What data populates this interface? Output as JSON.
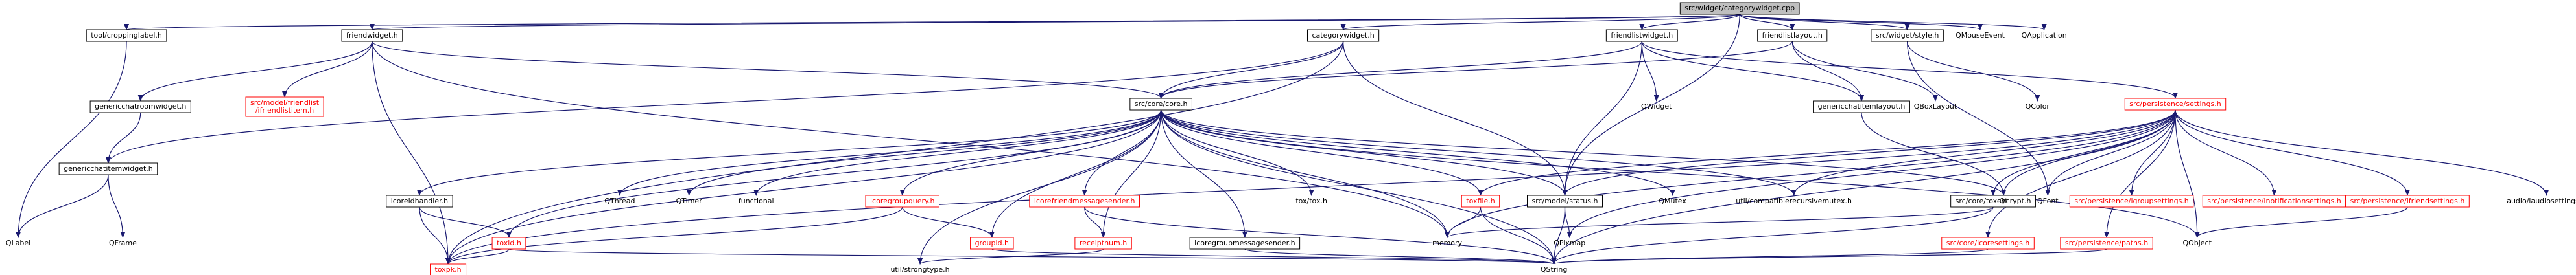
{
  "diagram": {
    "type": "include-dependency-graph",
    "colors": {
      "root_fill": "#bfbfbf",
      "node_fill": "#ffffff",
      "box_border": "#000000",
      "missing_border": "#ff0000",
      "missing_text": "#ff0000",
      "edge": "#191970",
      "edge_text": "#000000",
      "label_text": "#000000"
    },
    "nodes": [
      {
        "id": "root",
        "label": "src/widget/categorywidget.cpp",
        "style": "root"
      },
      {
        "id": "croppinglabel",
        "label": "tool/croppinglabel.h",
        "style": "box"
      },
      {
        "id": "friendwidget",
        "label": "friendwidget.h",
        "style": "box"
      },
      {
        "id": "categorywidget",
        "label": "categorywidget.h",
        "style": "box"
      },
      {
        "id": "friendlistwidget",
        "label": "friendlistwidget.h",
        "style": "box"
      },
      {
        "id": "friendlistlayout",
        "label": "friendlistlayout.h",
        "style": "box"
      },
      {
        "id": "style",
        "label": "src/widget/style.h",
        "style": "box"
      },
      {
        "id": "QMouseEvent",
        "label": "QMouseEvent",
        "style": "plain"
      },
      {
        "id": "QApplication",
        "label": "QApplication",
        "style": "plain"
      },
      {
        "id": "genericchatroomwidget",
        "label": "genericchatroomwidget.h",
        "style": "box"
      },
      {
        "id": "ifriendlistitem",
        "label": "src/model/friendlist\n/ifriendlistitem.h",
        "style": "missing"
      },
      {
        "id": "genericchatitemwidget",
        "label": "genericchatitemwidget.h",
        "style": "box"
      },
      {
        "id": "core",
        "label": "src/core/core.h",
        "style": "box"
      },
      {
        "id": "settings",
        "label": "src/persistence/settings.h",
        "style": "missing"
      },
      {
        "id": "genericchatitemlayout",
        "label": "genericchatitemlayout.h",
        "style": "box"
      },
      {
        "id": "QBoxLayout",
        "label": "QBoxLayout",
        "style": "plain"
      },
      {
        "id": "QWidget",
        "label": "QWidget",
        "style": "plain"
      },
      {
        "id": "QColor",
        "label": "QColor",
        "style": "plain"
      },
      {
        "id": "icoreidhandler",
        "label": "icoreidhandler.h",
        "style": "box"
      },
      {
        "id": "QThread",
        "label": "QThread",
        "style": "plain"
      },
      {
        "id": "QTimer",
        "label": "QTimer",
        "style": "plain"
      },
      {
        "id": "functional",
        "label": "functional",
        "style": "plain"
      },
      {
        "id": "icoregroupquery",
        "label": "icoregroupquery.h",
        "style": "missing"
      },
      {
        "id": "icorefriendmessagesender",
        "label": "icorefriendmessagesender.h",
        "style": "missing"
      },
      {
        "id": "toxtox",
        "label": "tox/tox.h",
        "style": "plain"
      },
      {
        "id": "toxfile",
        "label": "toxfile.h",
        "style": "missing"
      },
      {
        "id": "status",
        "label": "src/model/status.h",
        "style": "box"
      },
      {
        "id": "QMutex",
        "label": "QMutex",
        "style": "plain"
      },
      {
        "id": "compatmutex",
        "label": "util/compatiblerecursivemutex.h",
        "style": "plain"
      },
      {
        "id": "toxencrypt",
        "label": "src/core/toxencrypt.h",
        "style": "box"
      },
      {
        "id": "igroupsettings",
        "label": "src/persistence/igroupsettings.h",
        "style": "missing"
      },
      {
        "id": "inotificationsettings",
        "label": "src/persistence/inotificationsettings.h",
        "style": "missing"
      },
      {
        "id": "ifriendsettings",
        "label": "src/persistence/ifriendsettings.h",
        "style": "missing"
      },
      {
        "id": "audiosettings",
        "label": "audio/iaudiosettings.h",
        "style": "plain"
      },
      {
        "id": "Qt",
        "label": "Qt",
        "style": "plain"
      },
      {
        "id": "QFont",
        "label": "QFont",
        "style": "plain"
      },
      {
        "id": "QLabel",
        "label": "QLabel",
        "style": "plain"
      },
      {
        "id": "QFrame",
        "label": "QFrame",
        "style": "plain"
      },
      {
        "id": "toxid",
        "label": "toxid.h",
        "style": "missing"
      },
      {
        "id": "groupid",
        "label": "groupid.h",
        "style": "missing"
      },
      {
        "id": "receiptnum",
        "label": "receiptnum.h",
        "style": "missing"
      },
      {
        "id": "icoregroupmessagesender",
        "label": "icoregroupmessagesender.h",
        "style": "box"
      },
      {
        "id": "memory",
        "label": "memory",
        "style": "plain"
      },
      {
        "id": "QPixmap",
        "label": "QPixmap",
        "style": "plain"
      },
      {
        "id": "icoresettings",
        "label": "src/core/icoresettings.h",
        "style": "missing"
      },
      {
        "id": "paths",
        "label": "src/persistence/paths.h",
        "style": "missing"
      },
      {
        "id": "QObject",
        "label": "QObject",
        "style": "plain"
      },
      {
        "id": "toxpk",
        "label": "toxpk.h",
        "style": "missing"
      },
      {
        "id": "strongtype",
        "label": "util/strongtype.h",
        "style": "plain"
      },
      {
        "id": "QString",
        "label": "QString",
        "style": "plain"
      }
    ],
    "edges": [
      [
        "root",
        "croppinglabel"
      ],
      [
        "root",
        "friendwidget"
      ],
      [
        "root",
        "categorywidget"
      ],
      [
        "root",
        "friendlistwidget"
      ],
      [
        "root",
        "friendlistlayout"
      ],
      [
        "root",
        "style"
      ],
      [
        "root",
        "QMouseEvent"
      ],
      [
        "root",
        "QApplication"
      ],
      [
        "root",
        "status"
      ],
      [
        "croppinglabel",
        "QLabel"
      ],
      [
        "friendwidget",
        "genericchatroomwidget"
      ],
      [
        "friendwidget",
        "ifriendlistitem"
      ],
      [
        "friendwidget",
        "core"
      ],
      [
        "friendwidget",
        "memory"
      ],
      [
        "friendwidget",
        "toxpk"
      ],
      [
        "categorywidget",
        "core"
      ],
      [
        "categorywidget",
        "status"
      ],
      [
        "categorywidget",
        "toxpk"
      ],
      [
        "categorywidget",
        "genericchatitemwidget"
      ],
      [
        "friendlistwidget",
        "genericchatitemlayout"
      ],
      [
        "friendlistwidget",
        "core"
      ],
      [
        "friendlistwidget",
        "status"
      ],
      [
        "friendlistwidget",
        "QWidget"
      ],
      [
        "friendlistwidget",
        "settings"
      ],
      [
        "friendlistlayout",
        "genericchatitemlayout"
      ],
      [
        "friendlistlayout",
        "core"
      ],
      [
        "friendlistlayout",
        "QBoxLayout"
      ],
      [
        "style",
        "QColor"
      ],
      [
        "style",
        "QFont"
      ],
      [
        "genericchatroomwidget",
        "genericchatitemwidget"
      ],
      [
        "genericchatitemwidget",
        "QLabel"
      ],
      [
        "genericchatitemwidget",
        "QFrame"
      ],
      [
        "core",
        "icoreidhandler"
      ],
      [
        "core",
        "QThread"
      ],
      [
        "core",
        "QTimer"
      ],
      [
        "core",
        "functional"
      ],
      [
        "core",
        "icoregroupquery"
      ],
      [
        "core",
        "icorefriendmessagesender"
      ],
      [
        "core",
        "toxtox"
      ],
      [
        "core",
        "toxfile"
      ],
      [
        "core",
        "status"
      ],
      [
        "core",
        "QMutex"
      ],
      [
        "core",
        "compatmutex"
      ],
      [
        "core",
        "icoregroupmessagesender"
      ],
      [
        "core",
        "groupid"
      ],
      [
        "core",
        "receiptnum"
      ],
      [
        "core",
        "toxid"
      ],
      [
        "core",
        "memory"
      ],
      [
        "core",
        "QObject"
      ],
      [
        "core",
        "Qt"
      ],
      [
        "core",
        "strongtype"
      ],
      [
        "core",
        "QString"
      ],
      [
        "core",
        "toxpk"
      ],
      [
        "settings",
        "toxencrypt"
      ],
      [
        "settings",
        "igroupsettings"
      ],
      [
        "settings",
        "inotificationsettings"
      ],
      [
        "settings",
        "ifriendsettings"
      ],
      [
        "settings",
        "audiosettings"
      ],
      [
        "settings",
        "toxfile"
      ],
      [
        "settings",
        "icoresettings"
      ],
      [
        "settings",
        "paths"
      ],
      [
        "settings",
        "QPixmap"
      ],
      [
        "settings",
        "compatmutex"
      ],
      [
        "settings",
        "Qt"
      ],
      [
        "settings",
        "QFont"
      ],
      [
        "settings",
        "QObject"
      ],
      [
        "settings",
        "status"
      ],
      [
        "settings",
        "memory"
      ],
      [
        "settings",
        "toxpk"
      ],
      [
        "settings",
        "QString"
      ],
      [
        "genericchatitemlayout",
        "Qt"
      ],
      [
        "icoreidhandler",
        "toxid"
      ],
      [
        "icoreidhandler",
        "toxpk"
      ],
      [
        "icoregroupquery",
        "groupid"
      ],
      [
        "icoregroupquery",
        "toxpk"
      ],
      [
        "icorefriendmessagesender",
        "receiptnum"
      ],
      [
        "icorefriendmessagesender",
        "QString"
      ],
      [
        "toxfile",
        "memory"
      ],
      [
        "toxfile",
        "QString"
      ],
      [
        "status",
        "QPixmap"
      ],
      [
        "status",
        "QString"
      ],
      [
        "toxencrypt",
        "memory"
      ],
      [
        "toxencrypt",
        "QString"
      ],
      [
        "ifriendsettings",
        "QObject"
      ],
      [
        "toxid",
        "toxpk"
      ],
      [
        "toxid",
        "QString"
      ],
      [
        "groupid",
        "QString"
      ],
      [
        "receiptnum",
        "strongtype"
      ],
      [
        "icoregroupmessagesender",
        "QString"
      ],
      [
        "icoresettings",
        "QString"
      ],
      [
        "paths",
        "QString"
      ]
    ]
  }
}
